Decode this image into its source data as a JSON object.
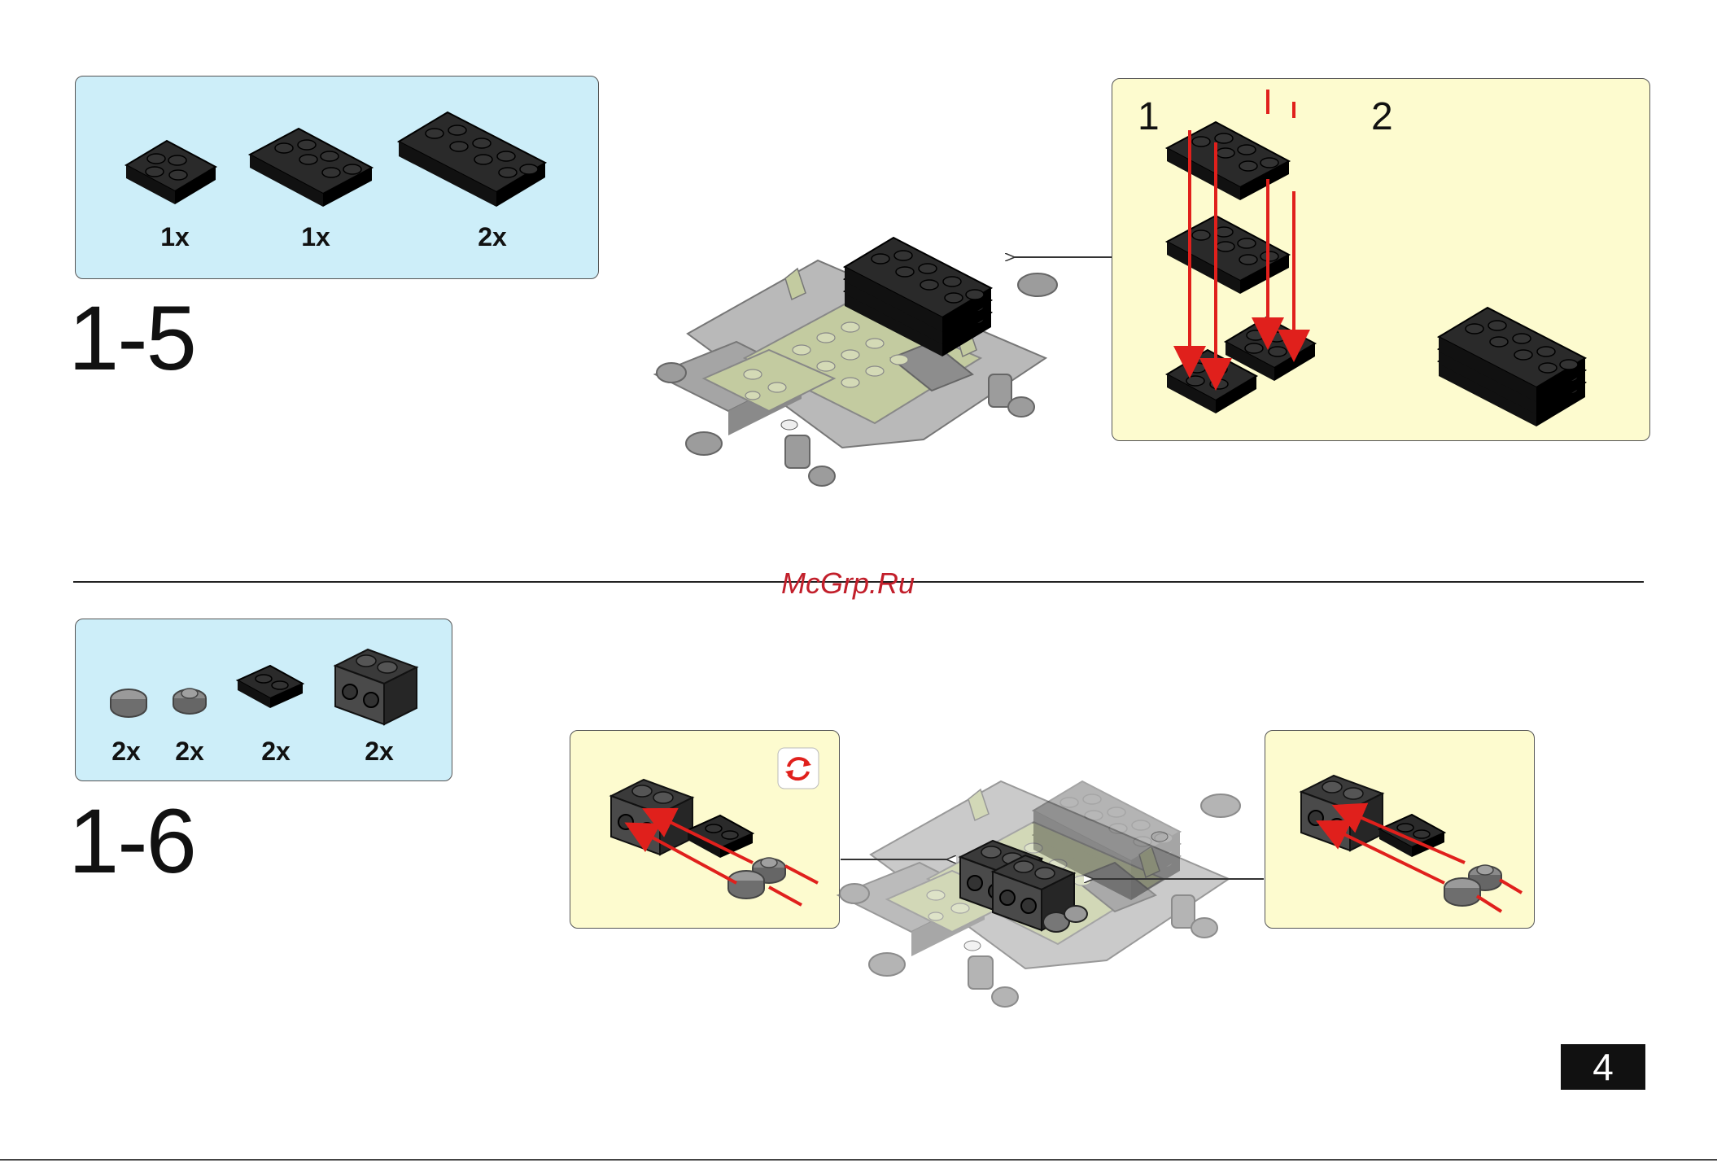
{
  "steps": [
    {
      "number": "1-5",
      "quantities": [
        "1x",
        "1x",
        "2x"
      ],
      "sub_steps": [
        "1",
        "2"
      ]
    },
    {
      "number": "1-6",
      "quantities": [
        "2x",
        "2x",
        "2x",
        "2x"
      ]
    }
  ],
  "watermark": "McGrp.Ru",
  "page_number": "4",
  "colors": {
    "parts_box": "#cdeef9",
    "sub_box": "#fdfbcf",
    "arrow": "#e0201c",
    "brick_black": "#1a1a1a",
    "plate_olive": "#c3cba0",
    "chassis_grey": "#9a9a9a"
  }
}
